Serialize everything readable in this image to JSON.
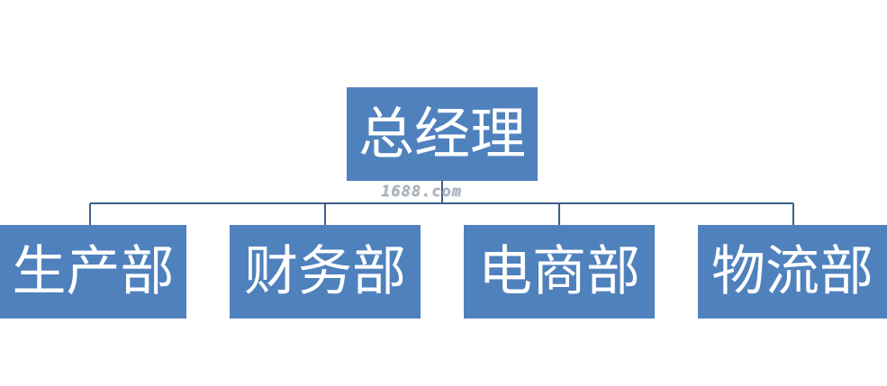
{
  "org_chart": {
    "top": {
      "label": "总经理"
    },
    "departments": [
      {
        "label": "生产部"
      },
      {
        "label": "财务部"
      },
      {
        "label": "电商部"
      },
      {
        "label": "物流部"
      }
    ]
  },
  "watermark": "1688.com",
  "colors": {
    "box_fill": "#4f81bd",
    "box_text": "#ffffff",
    "connector": "#3c6188",
    "background": "#ffffff"
  }
}
